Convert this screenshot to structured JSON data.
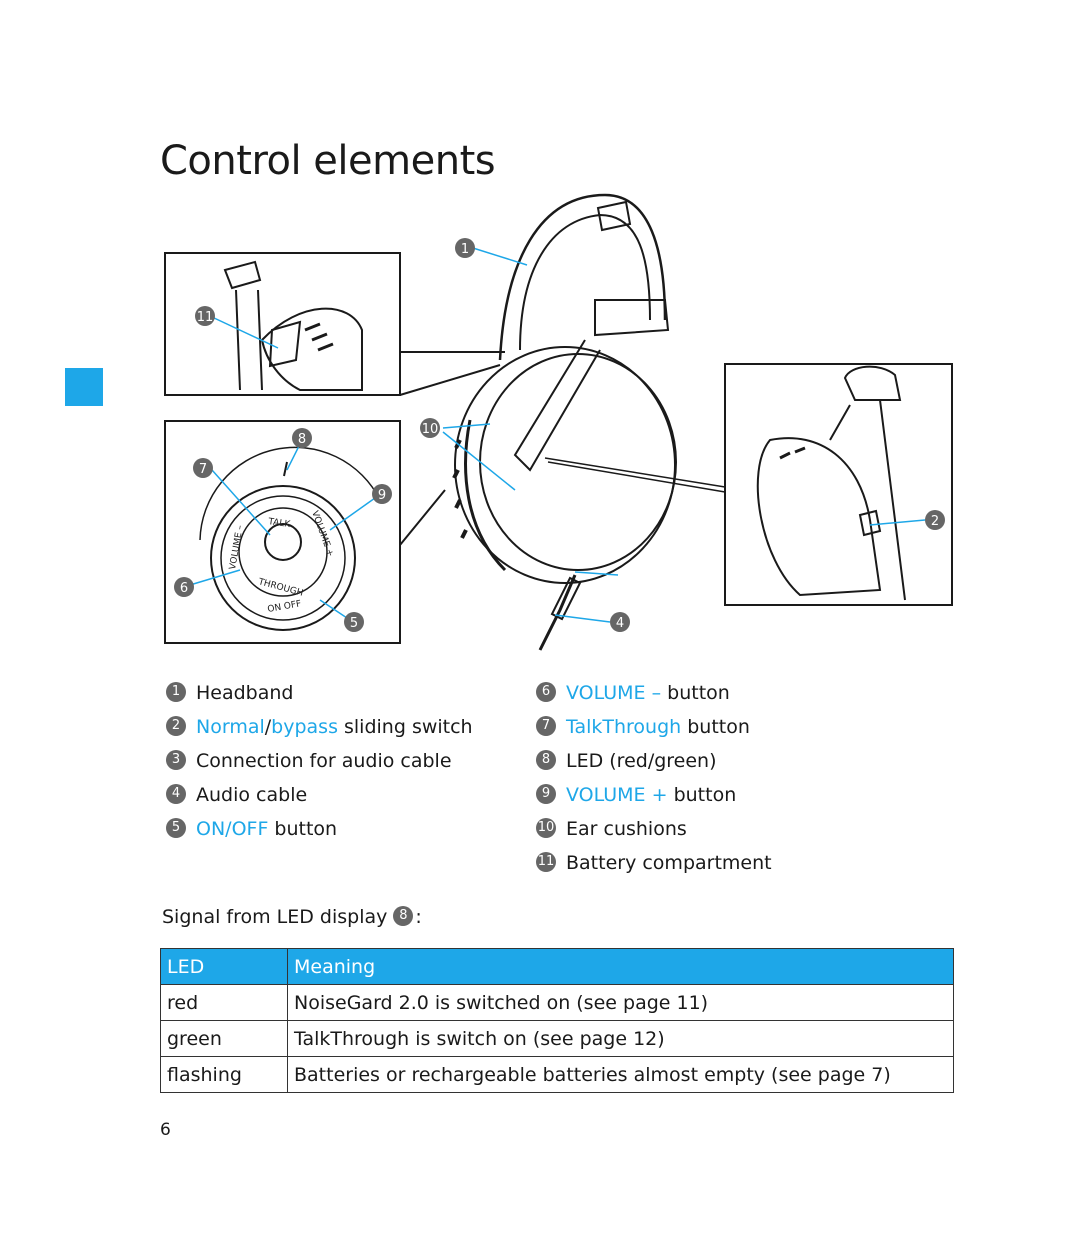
{
  "page": {
    "title": "Control elements",
    "page_number": "6"
  },
  "figure": {
    "callouts": [
      "1",
      "2",
      "4",
      "5",
      "6",
      "7",
      "8",
      "9",
      "10",
      "11"
    ],
    "dial_labels": {
      "volume_minus": "VOLUME –",
      "talk": "TALK",
      "volume_plus": "VOLUME +",
      "through": "THROUGH",
      "on_off": "ON OFF"
    }
  },
  "legend": {
    "left": [
      {
        "num": "1",
        "text": "Headband"
      },
      {
        "num": "2",
        "pre_blue": "Normal",
        "sep": "/",
        "post_blue": "bypass",
        "text": " sliding switch"
      },
      {
        "num": "3",
        "text": "Connection for audio cable"
      },
      {
        "num": "4",
        "text": "Audio cable"
      },
      {
        "num": "5",
        "blue": "ON/OFF",
        "text": " button"
      }
    ],
    "right": [
      {
        "num": "6",
        "blue": "VOLUME –",
        "text": " button"
      },
      {
        "num": "7",
        "blue": "TalkThrough",
        "text": " button"
      },
      {
        "num": "8",
        "text": "LED (red/green)"
      },
      {
        "num": "9",
        "blue": "VOLUME +",
        "text": " button"
      },
      {
        "num": "10",
        "text": "Ear cushions"
      },
      {
        "num": "11",
        "text": "Battery compartment"
      }
    ]
  },
  "signal": {
    "caption": "Signal from LED display",
    "ref": "8",
    "suffix": ":"
  },
  "table": {
    "headers": [
      "LED",
      "Meaning"
    ],
    "rows": [
      [
        "red",
        "NoiseGard 2.0 is switched on (see page 11)"
      ],
      [
        "green",
        "TalkThrough is switch on (see page 12)"
      ],
      [
        "flashing",
        "Batteries or rechargeable batteries almost empty (see page 7)"
      ]
    ]
  },
  "colors": {
    "accent": "#1ea7e8",
    "badge": "#666666"
  }
}
